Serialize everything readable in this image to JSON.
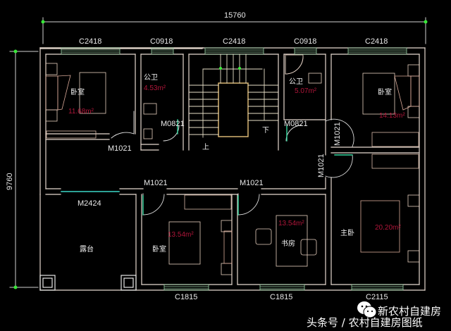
{
  "dimensions": {
    "overall_width": "15760",
    "overall_height": "9760"
  },
  "windows": {
    "top": [
      "C2418",
      "C0918",
      "C2418",
      "C0918",
      "C2418"
    ],
    "bottom": [
      "C1815",
      "C1815",
      "C2115"
    ]
  },
  "doors": {
    "bath_left": "M0821",
    "bath_right": "M0821",
    "bed_left": "M1021",
    "bed_right_top": "M1021",
    "bed_right_mid": "M1021",
    "terrace": "M2424",
    "bed_bottom": "M1021",
    "study": "M1021"
  },
  "rooms": {
    "bedroom_tl": {
      "name": "卧室",
      "area": "11.68m²"
    },
    "bath_left": {
      "name": "公卫",
      "area": "4.53m²"
    },
    "bath_right": {
      "name": "公卫",
      "area": "5.07m²"
    },
    "bedroom_tr": {
      "name": "卧室",
      "area": "14.13m²"
    },
    "terrace": {
      "name": "露台"
    },
    "bedroom_bottom": {
      "name": "卧室",
      "area": "13.54m²"
    },
    "study": {
      "name": "书房",
      "area": "13.54m²"
    },
    "master": {
      "name": "主卧",
      "area": "20.20m²"
    }
  },
  "stairs": {
    "up": "上",
    "down": "下"
  },
  "watermark": {
    "line1": "新农村自建房",
    "line2": "头条号 / 农村自建房图纸"
  }
}
